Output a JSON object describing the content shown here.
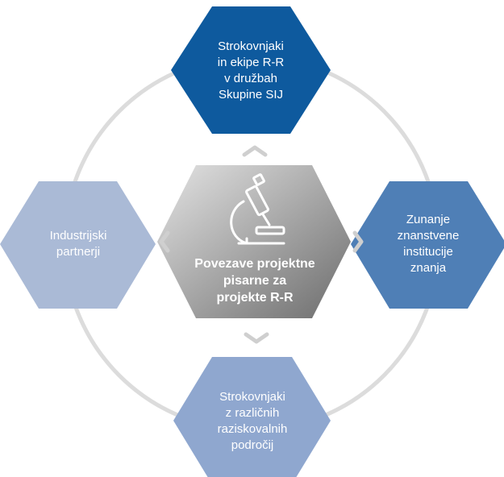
{
  "colors": {
    "ring": "#dcdcdc",
    "top": "#0e5a9e",
    "left": "#aabad6",
    "right": "#4f7fb6",
    "bottom": "#8fa7cf",
    "center_light": "#e4e4e4",
    "center_dark": "#6c6c6c",
    "chevron": "#cfcfcf"
  },
  "center": {
    "label": "Povezave projektne\npisarne za\nprojekte R-R",
    "icon": "microscope-icon"
  },
  "nodes": {
    "top": {
      "label": "Strokovnjaki\nin ekipe R-R\nv družbah\nSkupine SIJ"
    },
    "left": {
      "label": "Industrijski\npartnerji"
    },
    "right": {
      "label": "Zunanje\nznanstvene\ninstitucije\nznanja"
    },
    "bottom": {
      "label": "Strokovnjaki\nz različnih\nraziskovalnih\npodročij"
    }
  }
}
